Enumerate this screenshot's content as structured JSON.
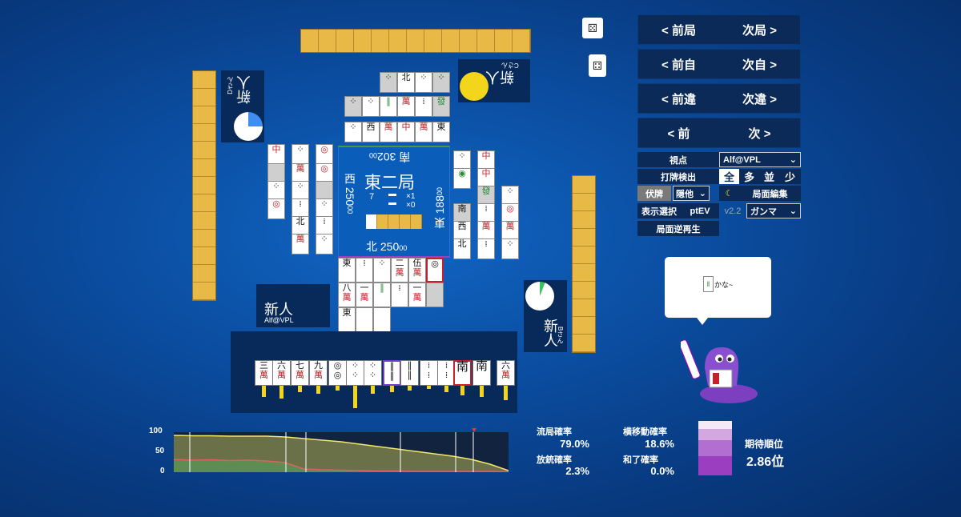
{
  "center": {
    "round": "東二局",
    "honba": "×1",
    "riichi_sticks": "×0",
    "remaining": "7",
    "south_score": "南 302",
    "south_sub": "00",
    "west_score": "西 250",
    "west_sub": "00",
    "east_score": "東 188",
    "east_sub": "00",
    "north_score": "北 250",
    "north_sub": "00"
  },
  "players": {
    "bottom": {
      "name": "新人",
      "id": "Alf@VPL"
    },
    "left": {
      "name": "新人",
      "id": "Dさん"
    },
    "top": {
      "name": "新人",
      "id": "Cさん"
    },
    "right": {
      "name": "新人",
      "id": "Bさん"
    }
  },
  "nav": {
    "prev_round": "< 前局",
    "next_round": "次局 >",
    "prev_self": "< 前自",
    "next_self": "次自 >",
    "prev_diff": "< 前違",
    "next_diff": "次違 >",
    "prev": "< 前",
    "next": "次 >"
  },
  "controls": {
    "viewpoint_label": "視点",
    "viewpoint_value": "Alf@VPL",
    "discard_detect_label": "打牌検出",
    "detect_all": "全",
    "detect_many": "多",
    "detect_normal": "並",
    "detect_few": "少",
    "hidden_label": "伏牌",
    "hidden_value": "隠他",
    "moon_icon": "☾",
    "board_edit": "局面編集",
    "display_select": "表示選択",
    "ptev": "ptEV",
    "version": "v2.2",
    "gamma": "ガンマ",
    "replay": "局面逆再生"
  },
  "speech": {
    "text": "かな~"
  },
  "hand": [
    {
      "top": "三",
      "bottom": "萬",
      "red": true
    },
    {
      "top": "六",
      "bottom": "萬",
      "red": true
    },
    {
      "top": "七",
      "bottom": "萬",
      "red": true
    },
    {
      "top": "九",
      "bottom": "萬",
      "red": true
    },
    {
      "top": "◎",
      "bottom": "◎",
      "red": false
    },
    {
      "top": "⁘",
      "bottom": "⁘",
      "red": false
    },
    {
      "top": "⁘",
      "bottom": "⁘",
      "red": false
    },
    {
      "top": "‖",
      "bottom": "‖",
      "red": false
    },
    {
      "top": "‖",
      "bottom": "‖",
      "red": false
    },
    {
      "top": "⁞",
      "bottom": "⁞",
      "red": false
    },
    {
      "top": "⁞",
      "bottom": "⁞",
      "red": false
    },
    {
      "top": "南",
      "bottom": "",
      "red": false
    },
    {
      "top": "南",
      "bottom": "",
      "red": false
    },
    {
      "top": "六",
      "bottom": "萬",
      "red": true
    }
  ],
  "stats": {
    "draw_label": "流局確率",
    "draw_value": "79.0%",
    "side_label": "横移動確率",
    "side_value": "18.6%",
    "deal_label": "放銃確率",
    "deal_value": "2.3%",
    "win_label": "和了確率",
    "win_value": "0.0%",
    "rank_label": "期待順位",
    "rank_value": "2.86位"
  },
  "graph": {
    "y_labels": [
      "100",
      "50",
      "0"
    ]
  },
  "chart_data": {
    "type": "area",
    "ylim": [
      0,
      100
    ],
    "x": [
      0,
      1,
      2,
      3,
      4,
      5,
      6,
      7,
      8,
      9,
      10,
      11,
      12,
      13,
      14,
      15,
      16,
      17,
      18
    ],
    "series": [
      {
        "values": [
          92,
          91,
          91,
          90,
          90,
          90,
          88,
          84,
          80,
          76,
          70,
          64,
          58,
          52,
          46,
          40,
          32,
          20,
          4
        ]
      },
      {
        "values": [
          32,
          30,
          31,
          29,
          30,
          28,
          24,
          8,
          6,
          5,
          4,
          3,
          3,
          2,
          2,
          2,
          2,
          2,
          1
        ]
      }
    ]
  },
  "colors": {
    "accent": "#e9b947",
    "panel": "#082a5a",
    "rank_bar": "#9b3fc0"
  }
}
